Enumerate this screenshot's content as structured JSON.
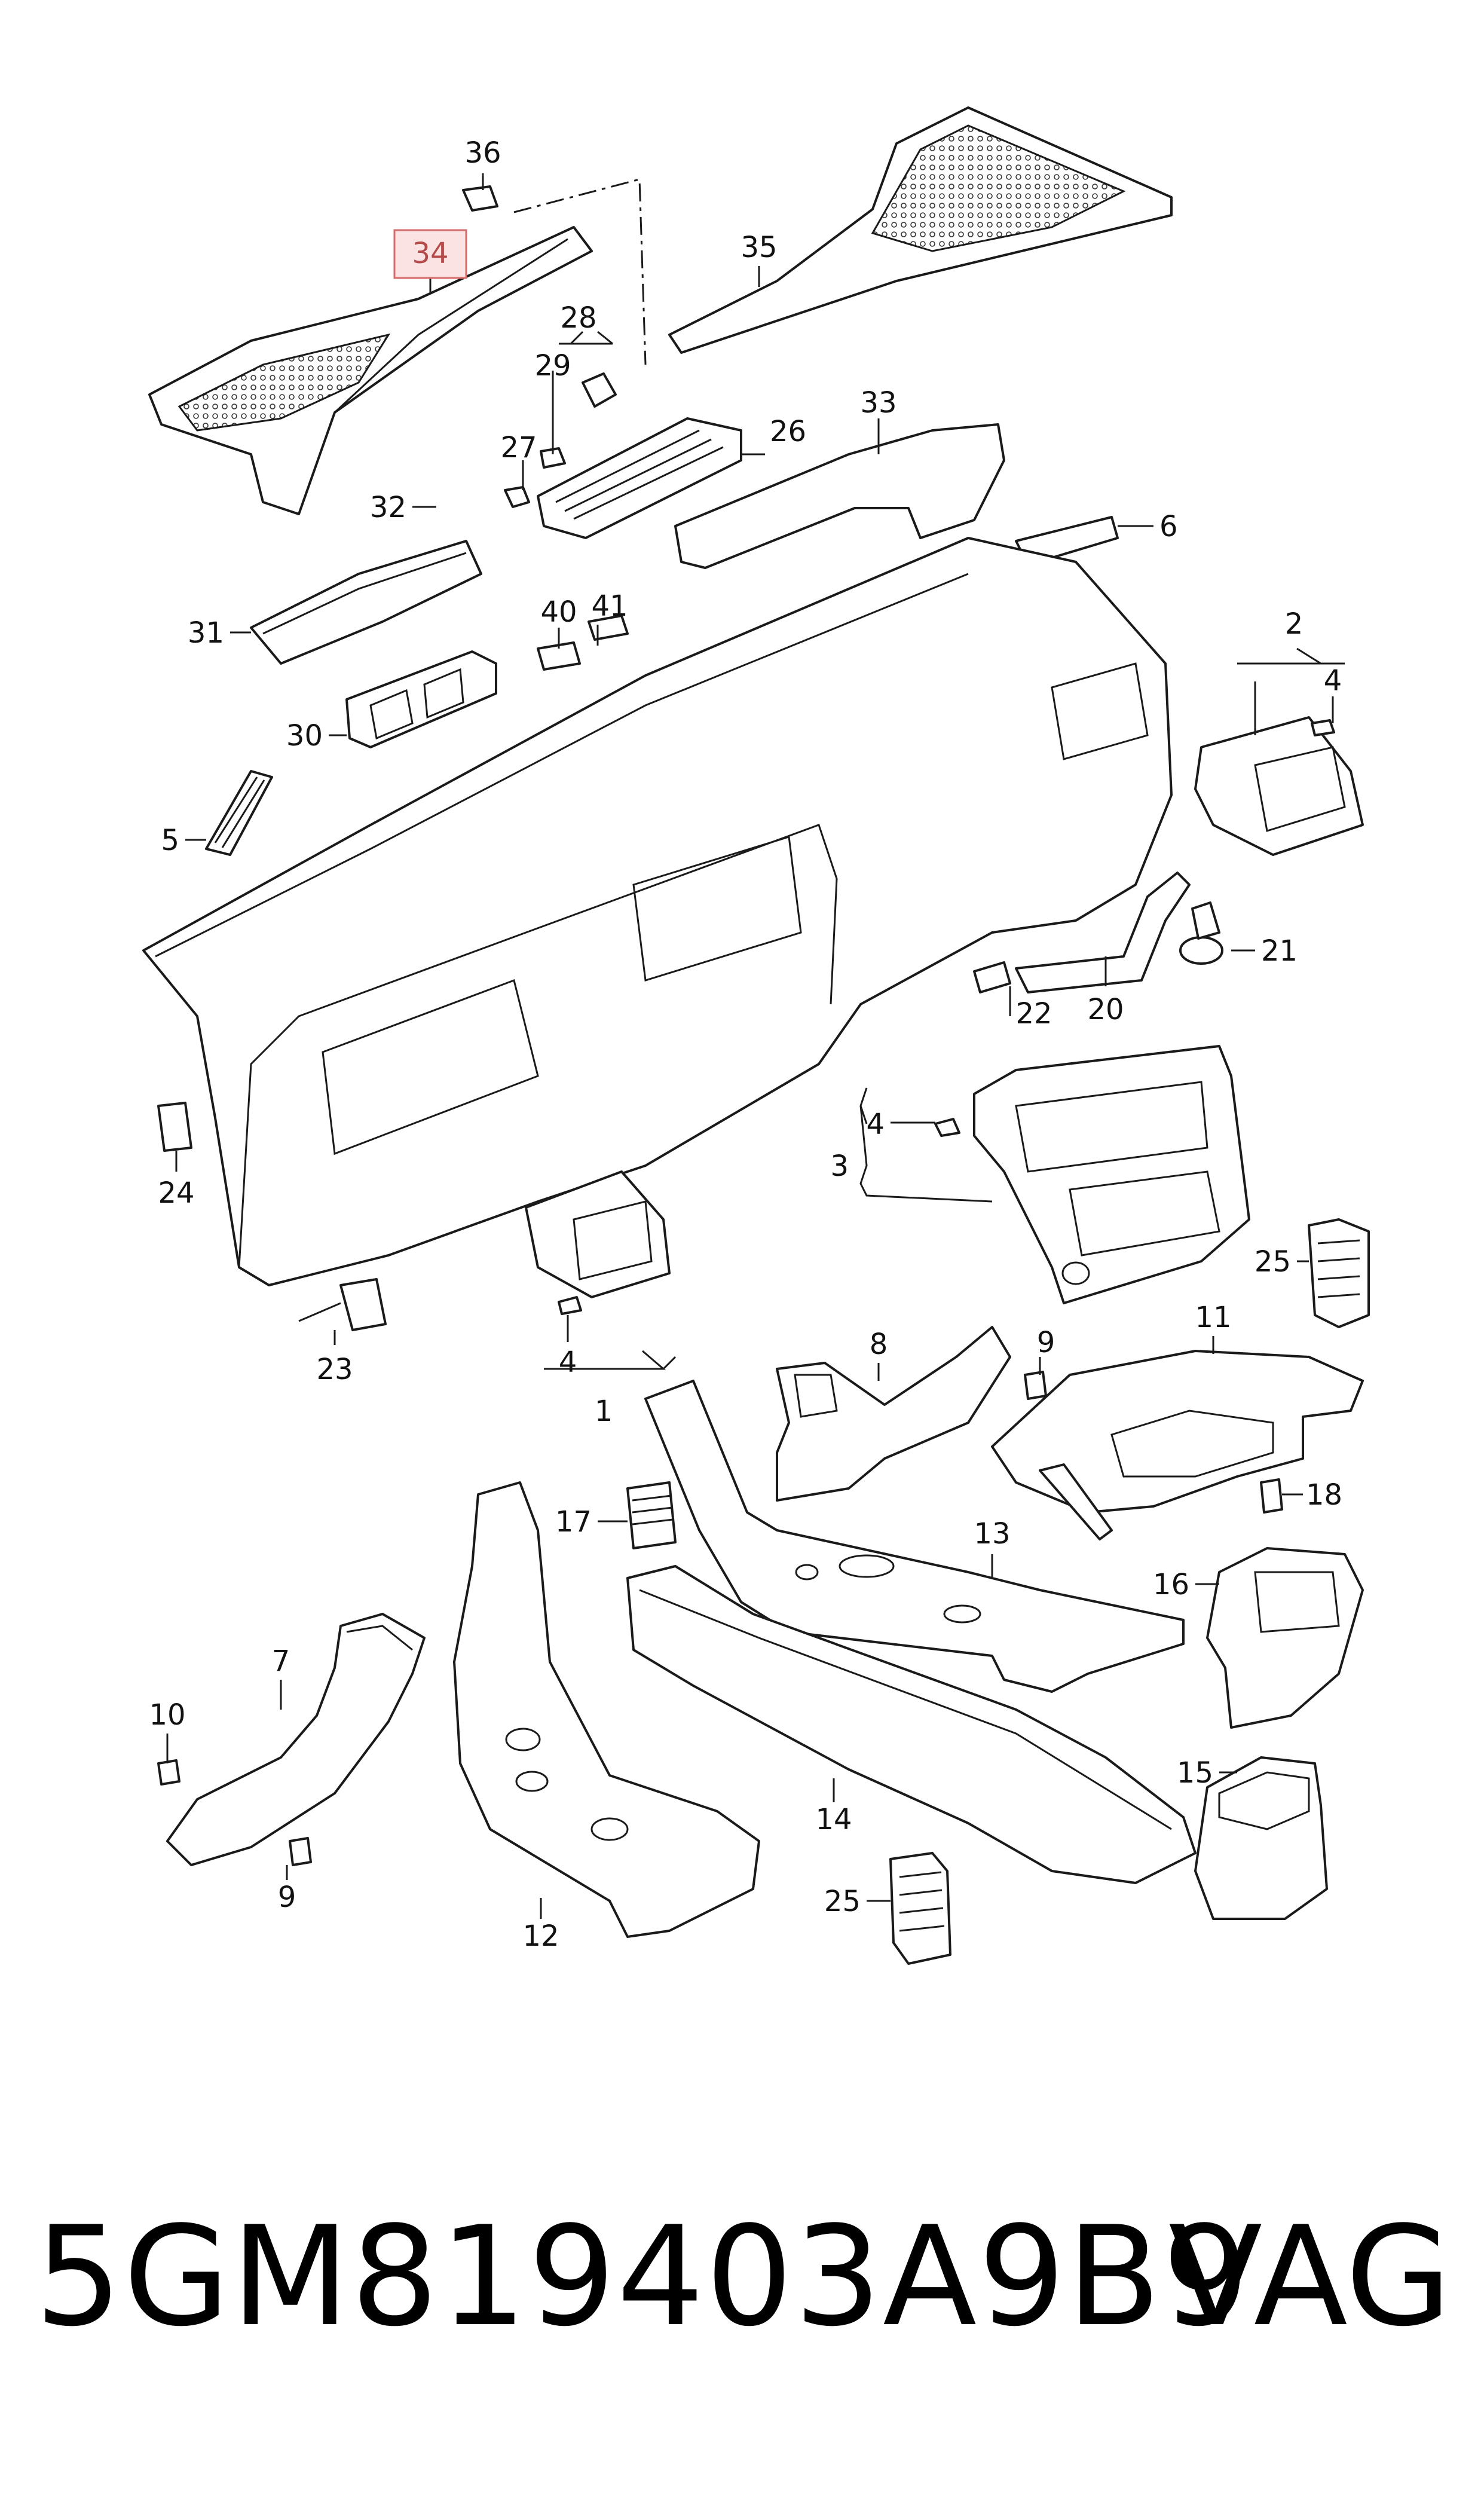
{
  "footer": {
    "part_number": "5GM819403A9B9",
    "brand": "VAG"
  },
  "highlighted_callout": "34",
  "callouts": [
    "36",
    "34",
    "35",
    "28",
    "29",
    "26",
    "27",
    "33",
    "32",
    "6",
    "41",
    "40",
    "31",
    "2",
    "4",
    "30",
    "5",
    "21",
    "22",
    "20",
    "3",
    "4",
    "24",
    "25",
    "9",
    "8",
    "11",
    "23",
    "4",
    "1",
    "18",
    "17",
    "13",
    "16",
    "7",
    "10",
    "15",
    "14",
    "9",
    "12",
    "25"
  ]
}
